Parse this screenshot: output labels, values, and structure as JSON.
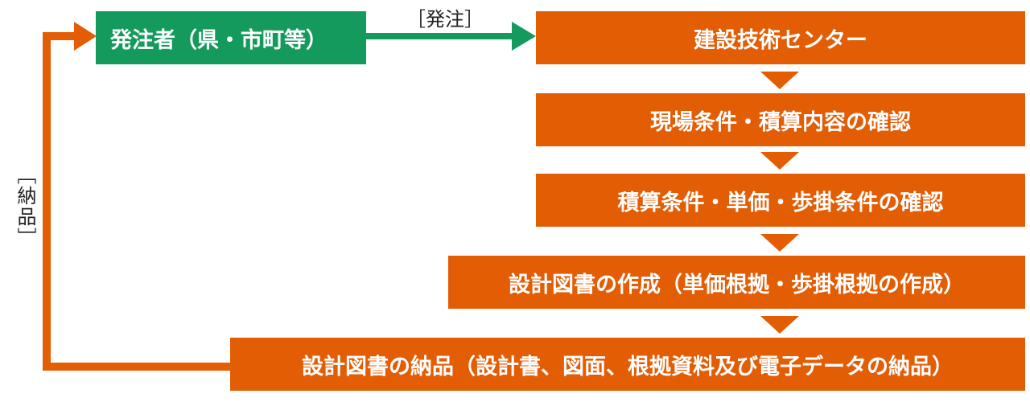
{
  "colors": {
    "orange": "#e35d05",
    "green": "#149a5c",
    "text": "#222222"
  },
  "orderer": {
    "label": "発注者（県・市町等）"
  },
  "order_label": "［発注］",
  "delivery_label": "［納品］",
  "steps": [
    "建設技術センター",
    "現場条件・積算内容の確認",
    "積算条件・単価・歩掛条件の確認",
    "設計図書の作成（単価根拠・歩掛根拠の作成）",
    "設計図書の納品（設計書、図面、根拠資料及び電子データの納品）"
  ]
}
